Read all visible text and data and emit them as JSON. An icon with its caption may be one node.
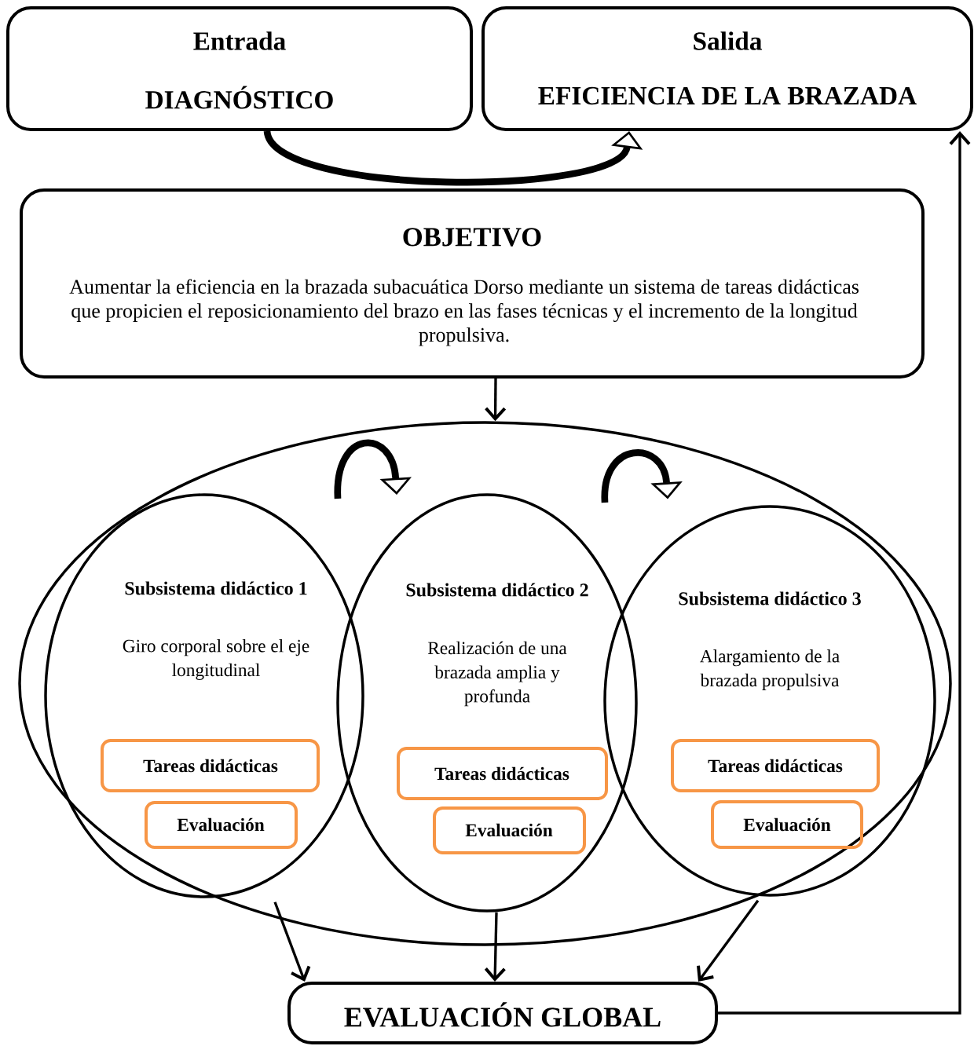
{
  "diagram": {
    "nodes": [
      {
        "text": [
          "Entrada",
          "DIAGNÓSTICO"
        ]
      },
      {
        "text": [
          "Salida",
          "EFICIENCIA DE LA BRAZADA"
        ]
      },
      {
        "text": [
          "OBJETIVO",
          "Aumentar la eficiencia en la brazada subacuática Dorso mediante un sistema de tareas didácticas que propicien el reposicionamiento del brazo en las fases técnicas y el incremento de la longitud propulsiva."
        ]
      },
      {
        "text": [],
        "shape": "ellipse"
      },
      {
        "text": [
          "Subsistema didáctico 1",
          "Giro corporal sobre el eje longitudinal"
        ],
        "in": 3
      },
      {
        "text": [
          "Tareas didácticas"
        ],
        "in": 4
      },
      {
        "text": [
          "Evaluación"
        ],
        "in": 4
      },
      {
        "text": [
          "Subsistema didáctico 2",
          "Realización de una brazada amplia y profunda"
        ],
        "in": 3
      },
      {
        "text": [
          "Tareas didácticas"
        ],
        "in": 7
      },
      {
        "text": [
          "Evaluación"
        ],
        "in": 7
      },
      {
        "text": [
          "Subsistema didáctico 3",
          "Alargamiento de la brazada propulsiva"
        ],
        "in": 3
      },
      {
        "text": [
          "Tareas didácticas"
        ],
        "in": 10
      },
      {
        "text": [
          "Evaluación"
        ],
        "in": 10
      },
      {
        "text": [
          "EVALUACIÓN GLOBAL"
        ]
      }
    ],
    "edges": [
      {
        "from": 0,
        "to": 1,
        "arrow": "to",
        "style": "thick"
      },
      {
        "from": 2,
        "to": 3,
        "arrow": "to"
      },
      {
        "from": 4,
        "to": 7,
        "arrow": "to",
        "style": "thick"
      },
      {
        "from": 7,
        "to": 10,
        "arrow": "to",
        "style": "thick"
      },
      {
        "from": 4,
        "to": 13,
        "arrow": "to"
      },
      {
        "from": 7,
        "to": 13,
        "arrow": "to"
      },
      {
        "from": 10,
        "to": 13,
        "arrow": "to"
      },
      {
        "from": 13,
        "to": 1,
        "arrow": "to"
      }
    ]
  }
}
